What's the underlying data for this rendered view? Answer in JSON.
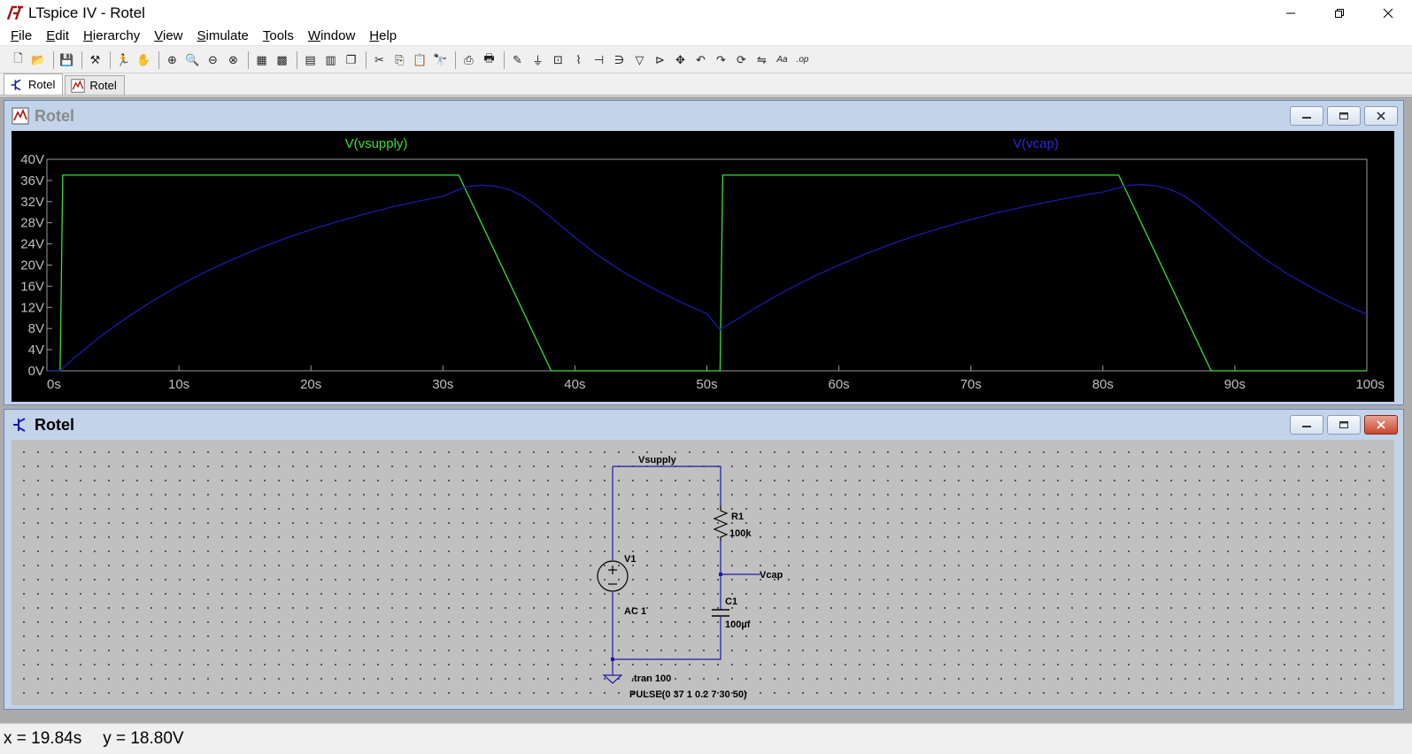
{
  "window": {
    "title": "LTspice IV - Rotel"
  },
  "menu": [
    {
      "u": "F",
      "rest": "ile"
    },
    {
      "u": "E",
      "rest": "dit"
    },
    {
      "u": "H",
      "rest": "ierarchy"
    },
    {
      "u": "V",
      "rest": "iew"
    },
    {
      "u": "S",
      "rest": "imulate"
    },
    {
      "u": "T",
      "rest": "ools"
    },
    {
      "u": "W",
      "rest": "indow"
    },
    {
      "u": "H",
      "rest": "elp"
    }
  ],
  "toolbar": [
    {
      "icon": "new-schematic-icon",
      "glyph": "🗋"
    },
    {
      "icon": "open-icon",
      "glyph": "📂"
    },
    {
      "sep": true
    },
    {
      "icon": "save-icon",
      "glyph": "💾"
    },
    {
      "sep": true
    },
    {
      "icon": "control-panel-icon",
      "glyph": "⚒"
    },
    {
      "sep": true
    },
    {
      "icon": "run-icon",
      "glyph": "🏃"
    },
    {
      "icon": "pan-icon",
      "glyph": "✋"
    },
    {
      "sep": true
    },
    {
      "icon": "zoom-in-icon",
      "glyph": "⊕"
    },
    {
      "icon": "zoom-area-icon",
      "glyph": "🔍"
    },
    {
      "icon": "zoom-out-icon",
      "glyph": "⊖"
    },
    {
      "icon": "zoom-fit-icon",
      "glyph": "⊗"
    },
    {
      "sep": true
    },
    {
      "icon": "autorange-icon",
      "glyph": "▦"
    },
    {
      "icon": "grid-icon",
      "glyph": "▩"
    },
    {
      "sep": true
    },
    {
      "icon": "tile-horizontal-icon",
      "glyph": "▤"
    },
    {
      "icon": "tile-vertical-icon",
      "glyph": "▥"
    },
    {
      "icon": "cascade-icon",
      "glyph": "❐"
    },
    {
      "sep": true
    },
    {
      "icon": "cut-icon",
      "glyph": "✂"
    },
    {
      "icon": "copy-icon",
      "glyph": "⎘"
    },
    {
      "icon": "paste-icon",
      "glyph": "📋"
    },
    {
      "icon": "find-icon",
      "glyph": "🔭"
    },
    {
      "sep": true
    },
    {
      "icon": "print-setup-icon",
      "glyph": "⎙"
    },
    {
      "icon": "print-icon",
      "glyph": "🖶"
    },
    {
      "sep": true
    },
    {
      "icon": "wire-icon",
      "glyph": "✎"
    },
    {
      "icon": "ground-icon",
      "glyph": "⏚"
    },
    {
      "icon": "label-net-icon",
      "glyph": "⊡"
    },
    {
      "icon": "resistor-icon",
      "glyph": "⌇"
    },
    {
      "icon": "capacitor-icon",
      "glyph": "⊣"
    },
    {
      "icon": "inductor-icon",
      "glyph": "∋"
    },
    {
      "icon": "diode-icon",
      "glyph": "▽"
    },
    {
      "icon": "component-icon",
      "glyph": "⊳"
    },
    {
      "icon": "move-icon",
      "glyph": "✥"
    },
    {
      "icon": "undo-icon",
      "glyph": "↶"
    },
    {
      "icon": "redo-icon",
      "glyph": "↷"
    },
    {
      "icon": "rotate-icon",
      "glyph": "⟳"
    },
    {
      "icon": "mirror-icon",
      "glyph": "⇋"
    },
    {
      "icon": "text-icon",
      "glyph": "Aa"
    },
    {
      "icon": "spice-directive-icon",
      "glyph": ".op"
    }
  ],
  "tabs": [
    {
      "label": "Rotel",
      "kind": "schematic",
      "active": true
    },
    {
      "label": "Rotel",
      "kind": "waveform",
      "active": false
    }
  ],
  "waveform_window": {
    "title": "Rotel"
  },
  "schematic_window": {
    "title": "Rotel"
  },
  "chart_data": {
    "type": "line",
    "xlabel": "",
    "ylabel": "",
    "xlim": [
      0,
      100
    ],
    "ylim": [
      0,
      40
    ],
    "x_ticks": [
      "0s",
      "10s",
      "20s",
      "30s",
      "40s",
      "50s",
      "60s",
      "70s",
      "80s",
      "90s",
      "100s"
    ],
    "y_ticks": [
      "0V",
      "4V",
      "8V",
      "12V",
      "16V",
      "20V",
      "24V",
      "28V",
      "32V",
      "36V",
      "40V"
    ],
    "grid": false,
    "background": "#000000",
    "series": [
      {
        "name": "V(vsupply)",
        "color": "#3cdc3c",
        "x": [
          0,
          1,
          1.2,
          31.2,
          38.2,
          51,
          51.2,
          81.2,
          88.2,
          100
        ],
        "y": [
          0,
          0,
          37,
          37,
          0,
          0,
          37,
          37,
          0,
          0
        ]
      },
      {
        "name": "V(vcap)",
        "color": "#1a1aa8",
        "x": [
          0,
          1,
          2,
          4,
          6,
          8,
          10,
          12,
          14,
          16,
          18,
          20,
          22,
          24,
          26,
          28,
          30,
          31.2,
          32,
          33,
          34,
          35,
          36,
          37,
          38,
          40,
          42,
          44,
          46,
          48,
          50,
          51,
          52,
          54,
          56,
          58,
          60,
          62,
          64,
          66,
          68,
          70,
          72,
          74,
          76,
          78,
          80,
          81.2,
          82,
          83,
          84,
          85,
          86,
          87,
          88,
          90,
          92,
          94,
          96,
          98,
          100
        ],
        "y": [
          0,
          0,
          2.3,
          6.4,
          10.0,
          13.2,
          16.1,
          18.7,
          21.0,
          23.1,
          25.0,
          26.7,
          28.2,
          29.6,
          30.9,
          32.0,
          33.0,
          34.3,
          34.9,
          35.1,
          34.9,
          34.3,
          33.1,
          31.4,
          29.4,
          25.2,
          21.4,
          18.2,
          15.5,
          13.0,
          10.8,
          7.8,
          9.3,
          12.4,
          15.2,
          17.7,
          20.0,
          22.1,
          24.0,
          25.7,
          27.2,
          28.6,
          29.9,
          31.0,
          32.0,
          33.0,
          33.8,
          34.6,
          35.1,
          35.2,
          35.0,
          34.4,
          33.3,
          31.6,
          29.6,
          25.4,
          21.6,
          18.3,
          15.5,
          12.9,
          10.7
        ]
      }
    ]
  },
  "schematic": {
    "nets": {
      "vsupply": "Vsupply",
      "vcap": "Vcap"
    },
    "r1": {
      "name": "R1",
      "value": "100k"
    },
    "c1": {
      "name": "C1",
      "value": "100µf"
    },
    "v1": {
      "name": "V1",
      "value": "AC 1"
    },
    "directive": ".tran 100",
    "pulse": "PULSE(0 37 1 0.2 7 30 50)"
  },
  "status": {
    "x": "x = 19.84s",
    "y": "y = 18.80V"
  }
}
